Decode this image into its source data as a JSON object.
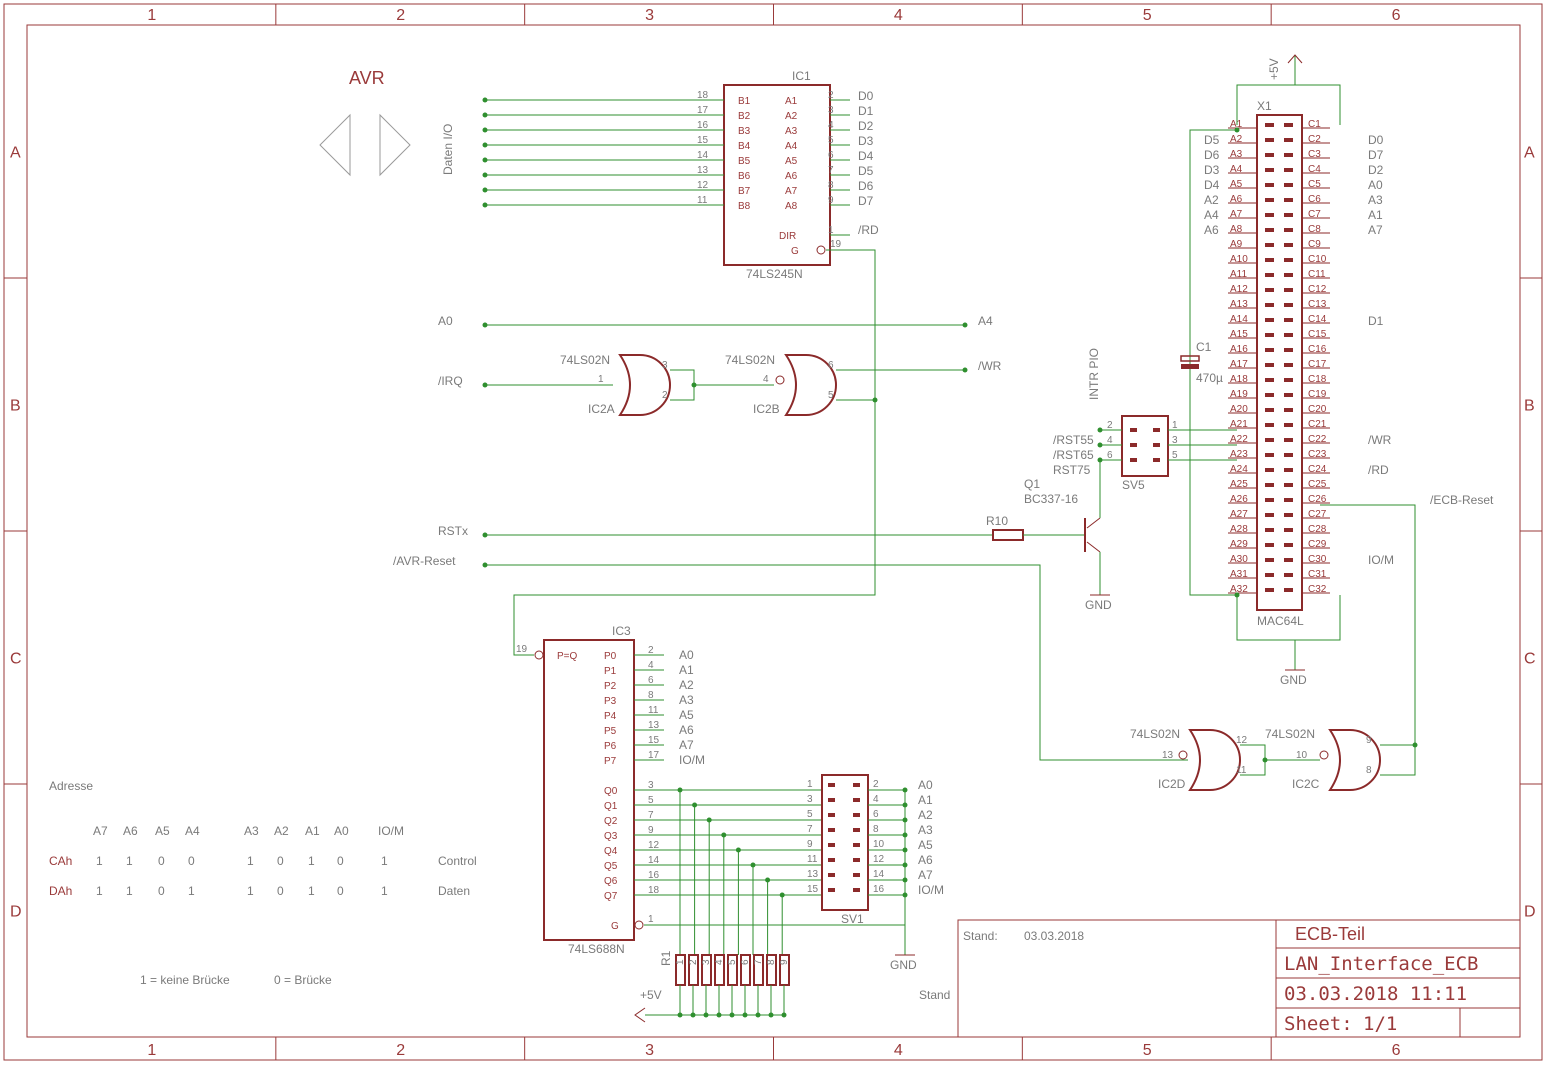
{
  "frame": {
    "cols": [
      "1",
      "2",
      "3",
      "4",
      "5",
      "6"
    ],
    "rows": [
      "A",
      "B",
      "C",
      "D"
    ]
  },
  "avr": {
    "title": "AVR"
  },
  "ic1": {
    "name": "IC1",
    "type": "74LS245N",
    "bpins": [
      "B1",
      "B2",
      "B3",
      "B4",
      "B5",
      "B6",
      "B7",
      "B8"
    ],
    "bnums": [
      "18",
      "17",
      "16",
      "15",
      "14",
      "13",
      "12",
      "11"
    ],
    "apins": [
      "A1",
      "A2",
      "A3",
      "A4",
      "A5",
      "A6",
      "A7",
      "A8"
    ],
    "anums": [
      "2",
      "3",
      "4",
      "5",
      "6",
      "7",
      "8",
      "9"
    ],
    "signals": [
      "D0",
      "D1",
      "D2",
      "D3",
      "D4",
      "D5",
      "D6",
      "D7"
    ],
    "dir": "DIR",
    "dirnum": "1",
    "dirsig": "/RD",
    "g": "G",
    "gnum": "19",
    "bus": "Daten I/O"
  },
  "nets": {
    "a0": "A0",
    "a4": "A4",
    "irq": "/IRQ",
    "wr": "/WR",
    "rstx": "RSTx",
    "avrreset": "/AVR-Reset"
  },
  "ic2a": {
    "name": "IC2A",
    "type": "74LS02N",
    "in1": "1",
    "in2": "2",
    "out": "3"
  },
  "ic2b": {
    "name": "IC2B",
    "type": "74LS02N",
    "in1": "4",
    "in2": "5",
    "out": "6"
  },
  "ic2c": {
    "name": "IC2C",
    "type": "74LS02N",
    "in1": "9",
    "in2": "8",
    "out": "10"
  },
  "ic2d": {
    "name": "IC2D",
    "type": "74LS02N",
    "in1": "12",
    "in2": "11",
    "out": "13"
  },
  "x1": {
    "name": "X1",
    "type": "MAC64L",
    "apins": [
      "A1",
      "A2",
      "A3",
      "A4",
      "A5",
      "A6",
      "A7",
      "A8",
      "A9",
      "A10",
      "A11",
      "A12",
      "A13",
      "A14",
      "A15",
      "A16",
      "A17",
      "A18",
      "A19",
      "A20",
      "A21",
      "A22",
      "A23",
      "A24",
      "A25",
      "A26",
      "A27",
      "A28",
      "A29",
      "A30",
      "A31",
      "A32"
    ],
    "cpins": [
      "C1",
      "C2",
      "C3",
      "C4",
      "C5",
      "C6",
      "C7",
      "C8",
      "C9",
      "C10",
      "C11",
      "C12",
      "C13",
      "C14",
      "C15",
      "C16",
      "C17",
      "C18",
      "C19",
      "C20",
      "C21",
      "C22",
      "C23",
      "C24",
      "C25",
      "C26",
      "C27",
      "C28",
      "C29",
      "C30",
      "C31",
      "C32"
    ],
    "left": [
      "D5",
      "D6",
      "D3",
      "D4",
      "A2",
      "A4",
      "A6"
    ],
    "right": [
      "D0",
      "D7",
      "D2",
      "A0",
      "A3",
      "A1",
      "A7"
    ],
    "d1": "D1",
    "wr": "/WR",
    "rd": "/RD",
    "ecbreset": "/ECB-Reset",
    "iom": "IO/M",
    "plus5v": "+5V",
    "gnd": "GND"
  },
  "c1": {
    "name": "C1",
    "value": "470µ"
  },
  "sv5": {
    "name": "SV5",
    "intr": "INTR PIO",
    "left": [
      "2",
      "4",
      "6"
    ],
    "right": [
      "1",
      "3",
      "5"
    ],
    "labels": [
      "/RST55",
      "/RST65",
      "RST75"
    ]
  },
  "q1": {
    "name": "Q1",
    "type": "BC337-16",
    "gnd": "GND"
  },
  "r10": {
    "name": "R10"
  },
  "ic3": {
    "name": "IC3",
    "type": "74LS688N",
    "pq": "P=Q",
    "pqnum": "19",
    "ppins": [
      "P0",
      "P1",
      "P2",
      "P3",
      "P4",
      "P5",
      "P6",
      "P7"
    ],
    "pnums": [
      "2",
      "4",
      "6",
      "8",
      "11",
      "13",
      "15",
      "17"
    ],
    "psigs": [
      "A0",
      "A1",
      "A2",
      "A3",
      "A5",
      "A6",
      "A7",
      "IO/M"
    ],
    "qpins": [
      "Q0",
      "Q1",
      "Q2",
      "Q3",
      "Q4",
      "Q5",
      "Q6",
      "Q7"
    ],
    "qnums": [
      "3",
      "5",
      "7",
      "9",
      "12",
      "14",
      "16",
      "18"
    ],
    "g": "G",
    "gnum": "1"
  },
  "sv1": {
    "name": "SV1",
    "left": [
      "1",
      "3",
      "5",
      "7",
      "9",
      "11",
      "13",
      "15"
    ],
    "right": [
      "2",
      "4",
      "6",
      "8",
      "10",
      "12",
      "14",
      "16"
    ],
    "sigs": [
      "A0",
      "A1",
      "A2",
      "A3",
      "A5",
      "A6",
      "A7",
      "IO/M"
    ],
    "gnd": "GND"
  },
  "r1": {
    "name": "R1",
    "plus5v": "+5V",
    "pins": [
      "1",
      "2",
      "3",
      "4",
      "5",
      "6",
      "7",
      "8",
      "9"
    ]
  },
  "addr": {
    "title": "Adresse",
    "headers": [
      "A7",
      "A6",
      "A5",
      "A4",
      "A3",
      "A2",
      "A1",
      "A0",
      "IO/M"
    ],
    "rows": [
      {
        "label": "CAh",
        "vals": [
          "1",
          "1",
          "0",
          "0",
          "1",
          "0",
          "1",
          "0",
          "1"
        ],
        "desc": "Control"
      },
      {
        "label": "DAh",
        "vals": [
          "1",
          "1",
          "0",
          "1",
          "1",
          "0",
          "1",
          "0",
          "1"
        ],
        "desc": "Daten"
      }
    ],
    "note1": "1 = keine Brücke",
    "note2": "0 = Brücke"
  },
  "title": {
    "standlabel": "Stand:",
    "standdate": "03.03.2018",
    "stand2": "Stand",
    "part": "ECB-Teil",
    "file": "LAN_Interface_ECB",
    "date": "03.03.2018 11:11",
    "sheetlabel": "Sheet:",
    "sheet": "1/1"
  }
}
